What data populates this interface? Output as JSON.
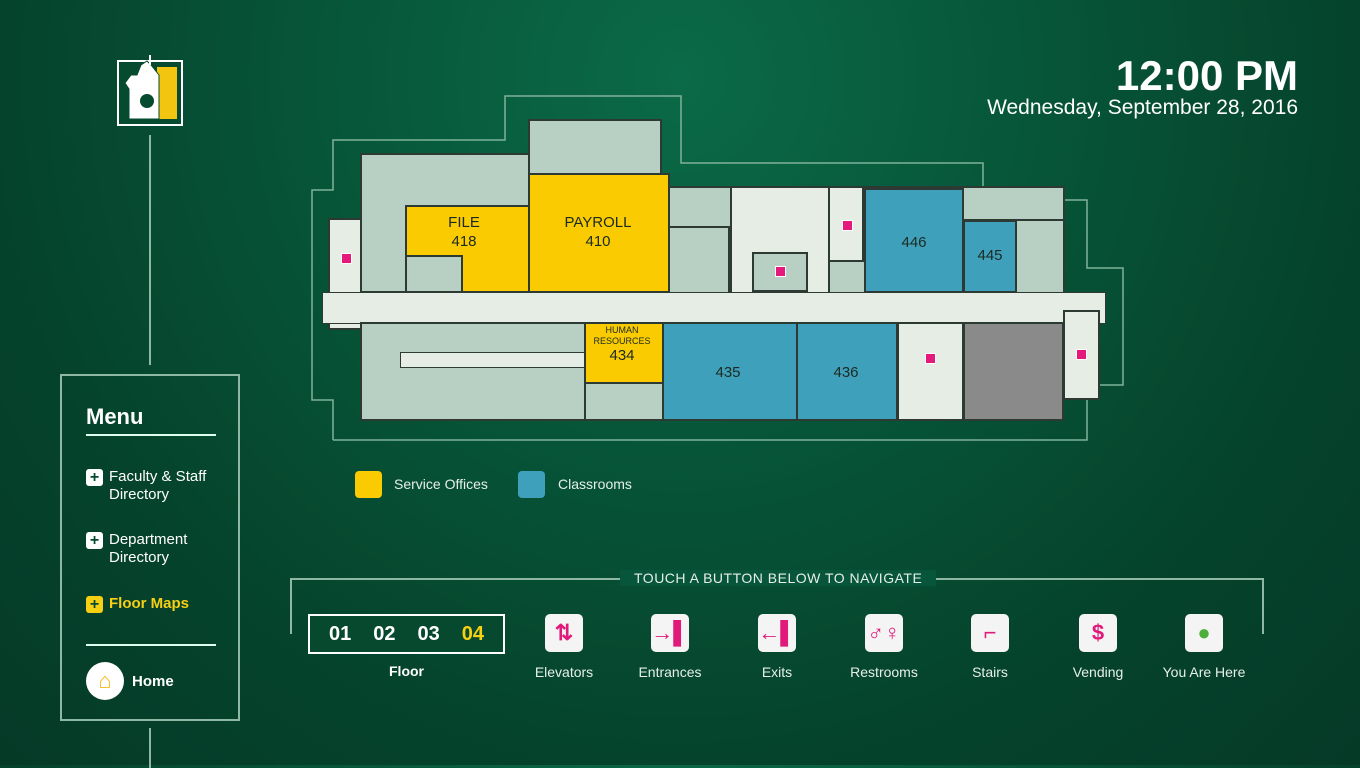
{
  "clock": {
    "time": "12:00 PM",
    "date": "Wednesday, September 28, 2016"
  },
  "menu": {
    "title": "Menu",
    "items": [
      {
        "label": "Faculty & Staff Directory",
        "l1": "Faculty & Staff",
        "l2": "Directory"
      },
      {
        "label": "Department Directory",
        "l1": "Department",
        "l2": "Directory"
      },
      {
        "label": "Floor Maps",
        "l1": "Floor Maps",
        "l2": ""
      }
    ],
    "home": "Home"
  },
  "map": {
    "rooms": {
      "file": "FILE",
      "file_no": "418",
      "payroll": "PAYROLL",
      "payroll_no": "410",
      "hr1": "HUMAN",
      "hr2": "RESOURCES",
      "hr_no": "434",
      "r435": "435",
      "r436": "436",
      "r446": "446",
      "r445": "445"
    }
  },
  "legend": [
    {
      "label": "Service Offices",
      "color": "#f9cb00"
    },
    {
      "label": "Classrooms",
      "color": "#3fa0bb"
    }
  ],
  "nav": {
    "title": "TOUCH A BUTTON BELOW TO NAVIGATE",
    "floor_label": "Floor",
    "floors": [
      "01",
      "02",
      "03",
      "04"
    ],
    "active_floor": "04",
    "buttons": [
      {
        "label": "Elevators",
        "icon": "elevator-icon"
      },
      {
        "label": "Entrances",
        "icon": "entrance-icon"
      },
      {
        "label": "Exits",
        "icon": "exit-icon"
      },
      {
        "label": "Restrooms",
        "icon": "restroom-icon"
      },
      {
        "label": "Stairs",
        "icon": "stairs-icon"
      },
      {
        "label": "Vending",
        "icon": "vending-icon"
      },
      {
        "label": "You Are Here",
        "icon": "location-pin-icon"
      }
    ]
  }
}
